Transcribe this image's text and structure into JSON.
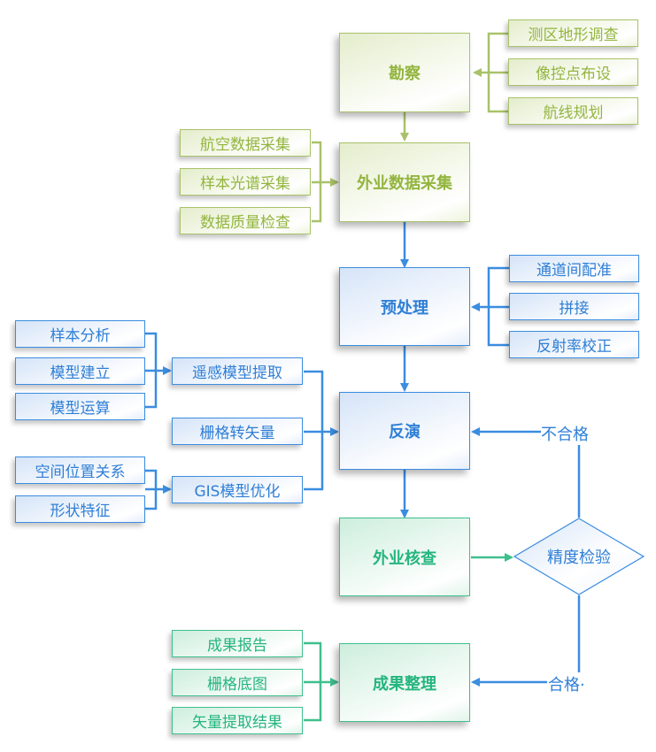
{
  "colors": {
    "green": "#a9c26a",
    "green_text": "#93b53f",
    "blue": "#3b8de0",
    "blue_text": "#2f7fd6",
    "teal": "#3fbf8d",
    "teal_text": "#25b57e"
  },
  "nodes": {
    "survey": "勘察",
    "field_collection": "外业数据采集",
    "preprocessing": "预处理",
    "inversion": "反演",
    "field_check": "外业核查",
    "accuracy_check": "精度检验",
    "result_organize": "成果整理"
  },
  "survey_inputs": [
    "测区地形调查",
    "像控点布设",
    "航线规划"
  ],
  "collection_inputs": [
    "航空数据采集",
    "样本光谱采集",
    "数据质量检查"
  ],
  "preprocessing_inputs": [
    "通道间配准",
    "拼接",
    "反射率校正"
  ],
  "model_inputs": [
    "样本分析",
    "模型建立",
    "模型运算"
  ],
  "inversion_inputs": [
    "遥感模型提取",
    "栅格转矢量",
    "GIS模型优化"
  ],
  "gis_inputs": [
    "空间位置关系",
    "形状特征"
  ],
  "result_inputs": [
    "成果报告",
    "栅格底图",
    "矢量提取结果"
  ],
  "edge_labels": {
    "fail": "不合格",
    "pass": "合格·"
  }
}
